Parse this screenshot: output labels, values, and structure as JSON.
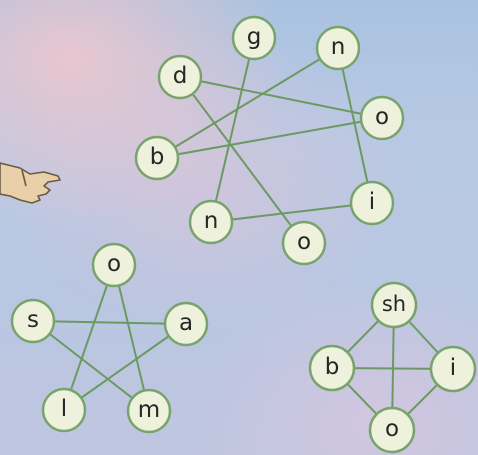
{
  "puzzles": [
    {
      "name": "top-right",
      "nodes": [
        {
          "id": "g",
          "letter": "g"
        },
        {
          "id": "n1",
          "letter": "n"
        },
        {
          "id": "d",
          "letter": "d"
        },
        {
          "id": "o1",
          "letter": "o"
        },
        {
          "id": "b",
          "letter": "b"
        },
        {
          "id": "i",
          "letter": "i"
        },
        {
          "id": "n2",
          "letter": "n"
        },
        {
          "id": "o2",
          "letter": "o"
        }
      ],
      "edges": [
        [
          "g",
          "n2"
        ],
        [
          "d",
          "o1"
        ],
        [
          "d",
          "o2"
        ],
        [
          "b",
          "n1"
        ],
        [
          "b",
          "o1"
        ],
        [
          "n1",
          "i"
        ],
        [
          "n2",
          "i"
        ]
      ]
    },
    {
      "name": "bottom-left",
      "nodes": [
        {
          "id": "o",
          "letter": "o"
        },
        {
          "id": "s",
          "letter": "s"
        },
        {
          "id": "a",
          "letter": "a"
        },
        {
          "id": "l",
          "letter": "l"
        },
        {
          "id": "m",
          "letter": "m"
        }
      ],
      "edges": [
        [
          "o",
          "l"
        ],
        [
          "o",
          "m"
        ],
        [
          "s",
          "a"
        ],
        [
          "s",
          "m"
        ],
        [
          "a",
          "l"
        ]
      ]
    },
    {
      "name": "bottom-right",
      "nodes": [
        {
          "id": "sh",
          "letter": "sh"
        },
        {
          "id": "b",
          "letter": "b"
        },
        {
          "id": "i",
          "letter": "i"
        },
        {
          "id": "o",
          "letter": "o"
        }
      ],
      "edges": [
        [
          "sh",
          "b"
        ],
        [
          "sh",
          "i"
        ],
        [
          "sh",
          "o"
        ],
        [
          "b",
          "i"
        ],
        [
          "b",
          "o"
        ],
        [
          "i",
          "o"
        ]
      ]
    }
  ],
  "decoration": {
    "hand": "pointing-hand-icon"
  },
  "colors": {
    "circle_fill": "#eef1dc",
    "circle_stroke": "#79a36d",
    "line": "#6a9a62",
    "letter": "#262626"
  }
}
